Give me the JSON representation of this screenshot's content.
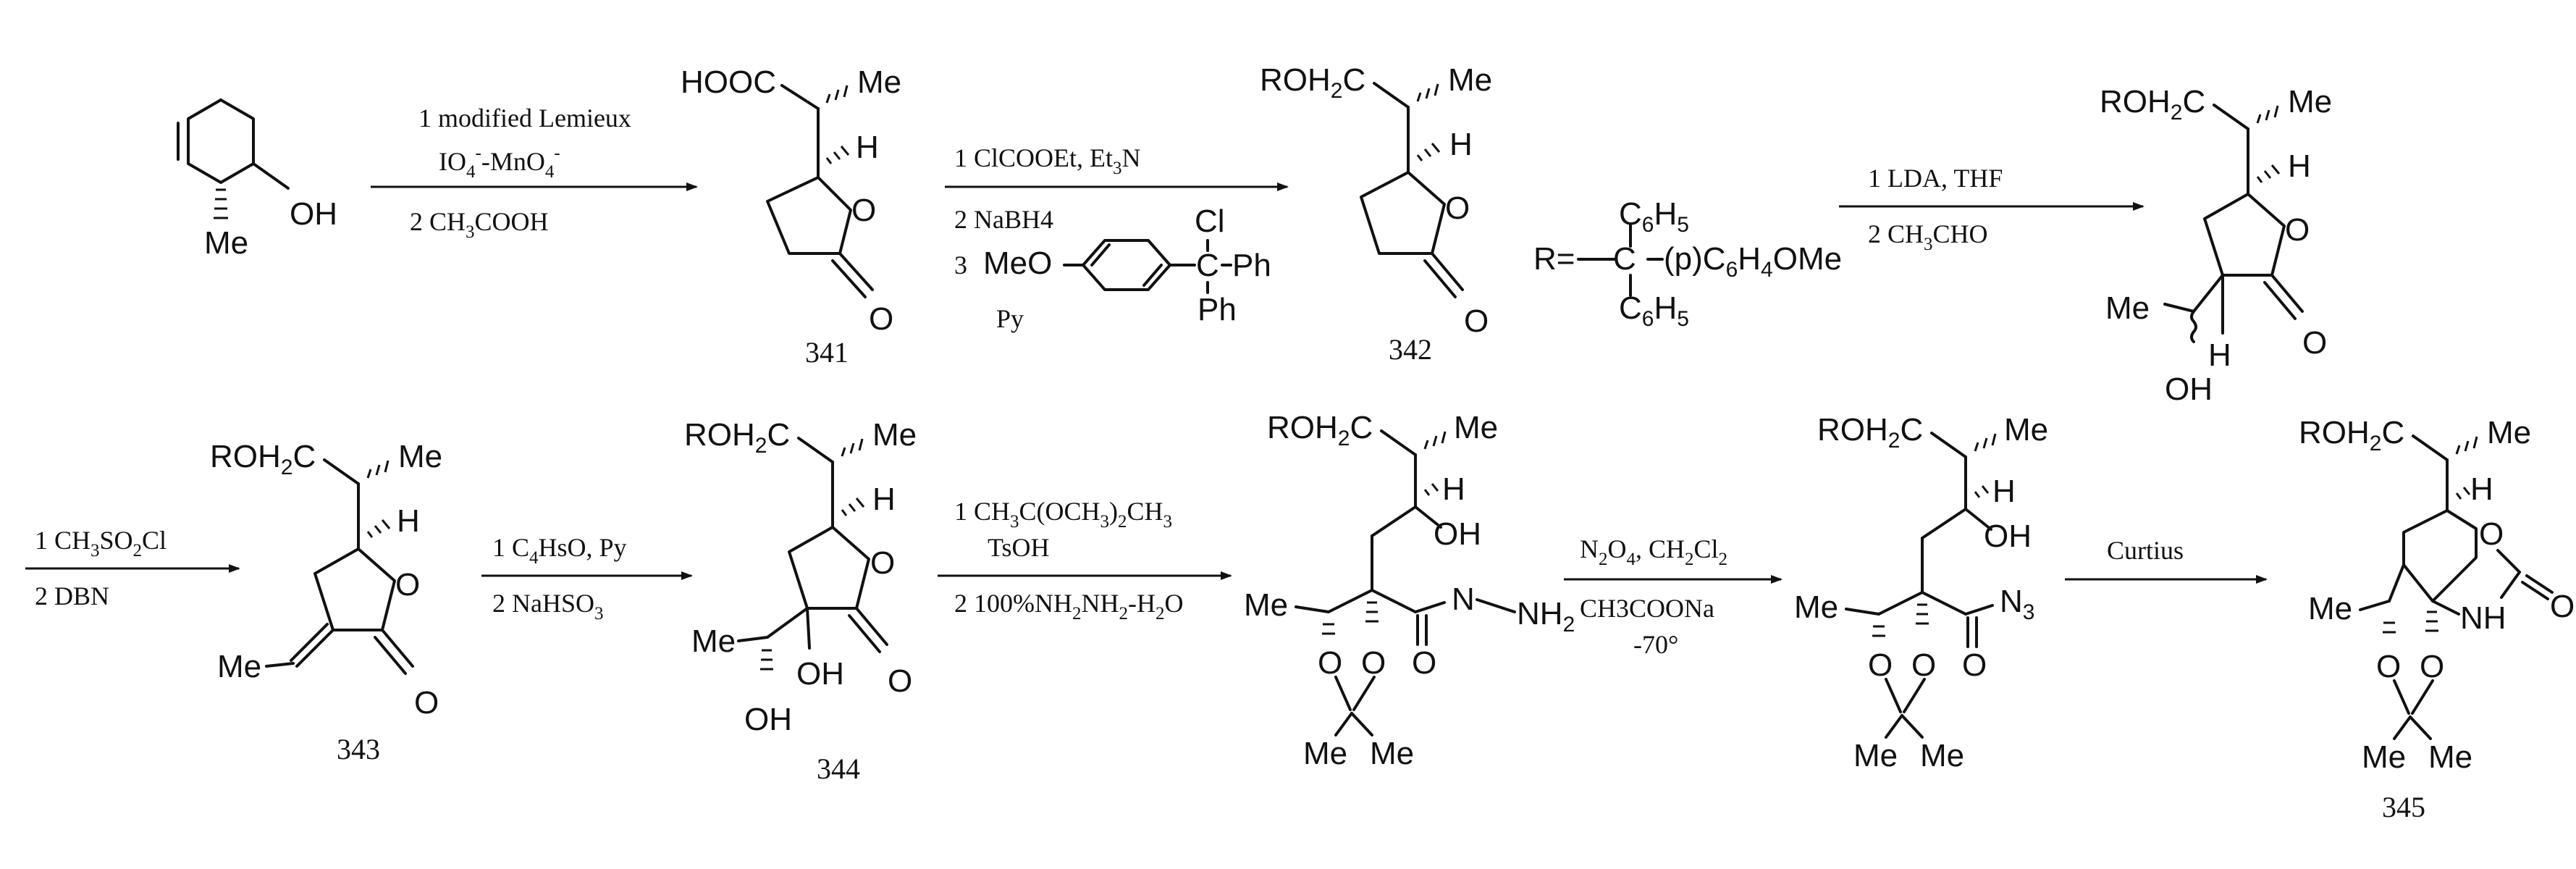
{
  "reactions": [
    {
      "id": "r1",
      "line1": "1 modified Lemieux",
      "line2a": "IO",
      "line2a_sup": "4",
      "line2a_sup2": "-",
      "line2b": "-MnO",
      "line2b_sub": "4",
      "line2b_sup": "-",
      "line3": "2 CH",
      "line3_sub": "3",
      "line3_b": "COOH"
    },
    {
      "id": "r2",
      "line1": "1 ClCOOEt, Et",
      "line1_sub": "3",
      "line1_b": "N",
      "line2": "2 NaBH4",
      "line3": "3",
      "meo": "MeO",
      "cl": "Cl",
      "ph1": "Ph",
      "ph2": "Ph",
      "c": "C",
      "py": "Py"
    },
    {
      "id": "r3",
      "line1": "1 LDA, THF",
      "line2": "2 CH",
      "line2_sub": "3",
      "line2_b": "CHO"
    },
    {
      "id": "r4",
      "line1": "1 CH",
      "line1_sub": "3",
      "line1_b": "SO",
      "line1_sub2": "2",
      "line1_c": "Cl",
      "line2": "2 DBN"
    },
    {
      "id": "r5",
      "line1": "1 C",
      "line1_sub": "4",
      "line1_b": "HsO, Py",
      "line2": "2 NaHSO",
      "line2_sub": "3"
    },
    {
      "id": "r6",
      "line1": "1 CH",
      "line1_sub": "3",
      "line1_b": "C(OCH",
      "line1_sub2": "3",
      "line1_c": ")",
      "line1_sub3": "2",
      "line1_d": "CH",
      "line1_sub4": "3",
      "line2": "TsOH",
      "line3": "2 100%NH",
      "line3_sub": "2",
      "line3_b": "NH",
      "line3_sub2": "2",
      "line3_c": "-H",
      "line3_sub3": "2",
      "line3_d": "O"
    },
    {
      "id": "r7",
      "line1": "N",
      "line1_sub": "2",
      "line1_b": "O",
      "line1_sub2": "4",
      "line1_c": ", CH",
      "line1_sub3": "2",
      "line1_d": "Cl",
      "line1_sub4": "2",
      "line2": "CH3COONa",
      "line3": "-70°"
    },
    {
      "id": "r8",
      "line1": "Curtius"
    }
  ],
  "compound_labels": [
    "341",
    "342",
    "343",
    "344",
    "345"
  ],
  "atoms": {
    "OH": "OH",
    "Me": "Me",
    "H": "H",
    "O": "O",
    "HOOC": "HOOC",
    "ROH2C": "ROH",
    "two": "2",
    "C": "C",
    "N": "N",
    "NH": "NH",
    "N3": "N",
    "three": "3",
    "NH2": "NH",
    "R_eq": "R=",
    "C6H5": "C",
    "six": "6",
    "five": "5",
    "p_group": "(p)C",
    "four": "4",
    "OMe": "OMe",
    "MeMe": "Me"
  }
}
